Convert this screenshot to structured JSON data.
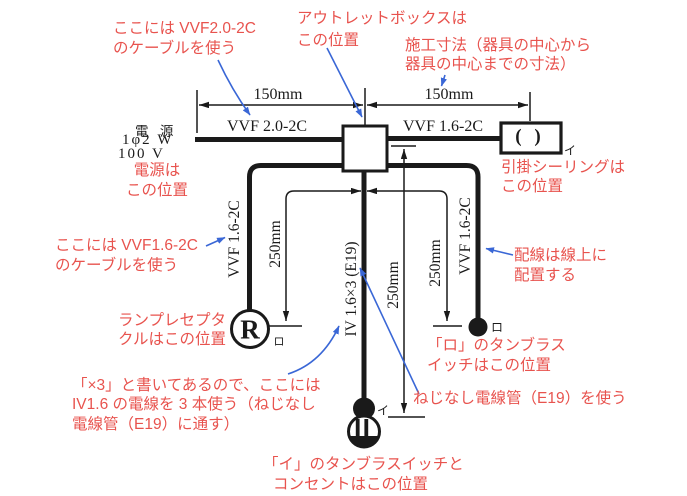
{
  "colors": {
    "line_black": "#1a1a1a",
    "note_red": "#e8534e",
    "arrow_blue": "#3a67d6",
    "background": "#ffffff"
  },
  "source": {
    "label": "電 源",
    "spec": "1φ2 W",
    "voltage": "100 V"
  },
  "cable_labels": {
    "power": "VVF 2.0-2C",
    "to_ceiling": "VVF 1.6-2C",
    "to_lamp": "VVF 1.6-2C",
    "to_switch_ro": "VVF 1.6-2C",
    "conduit": "IV 1.6×3 (E19)"
  },
  "dimensions": {
    "top_left": "150mm",
    "top_right": "150mm",
    "drop_lamp": "250mm",
    "drop_center": "250mm",
    "drop_switch_ro": "250mm"
  },
  "devices": {
    "lamp_receptacle": "R",
    "ceiling_symbol": "( )",
    "mark_ceiling": "イ",
    "mark_lamp": "ロ",
    "mark_switch_ro": "ロ",
    "mark_switch_i": "イ"
  },
  "notes": {
    "vvf20": [
      "ここには VVF2.0-2C",
      "のケーブルを使う"
    ],
    "outlet_box": [
      "アウトレットボックスは",
      "この位置"
    ],
    "dimension_rule": [
      "施工寸法（器具の中心から",
      "器具の中心までの寸法）"
    ],
    "ceiling": [
      "引掛シーリングは",
      "この位置"
    ],
    "power_position": [
      "電源は",
      "この位置"
    ],
    "vvf16": [
      "ここには VVF1.6-2C",
      "のケーブルを使う"
    ],
    "lamp": [
      "ランプレセプタ",
      "クルはこの位置"
    ],
    "wiring_on_line": [
      "配線は線上に",
      "配置する"
    ],
    "switch_ro": [
      "「ロ」のタンブラス",
      "イッチはこの位置"
    ],
    "iv_wires": [
      "「×3」と書いてあるので、ここには",
      "IV1.6 の電線を 3 本使う（ねじなし",
      "電線管（E19）に通す）"
    ],
    "conduit": [
      "ねじなし電線管（E19）を使う"
    ],
    "switch_i": [
      "「イ」のタンブラスイッチと",
      "コンセントはこの位置"
    ]
  }
}
